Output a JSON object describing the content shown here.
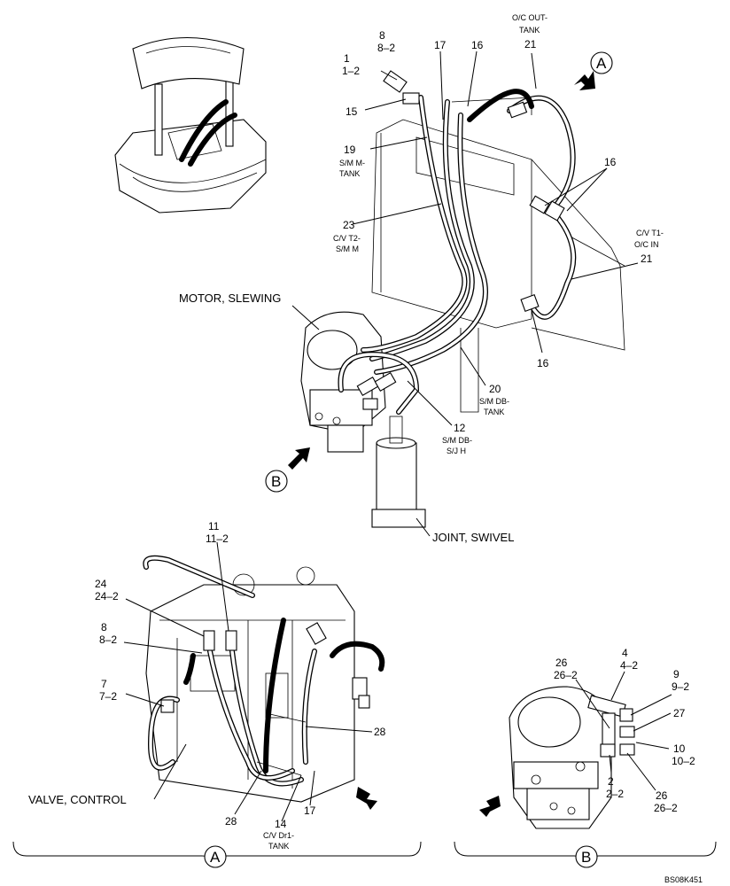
{
  "drawing": {
    "id": "BS08K451",
    "views": [
      "A",
      "B"
    ]
  },
  "main_view": {
    "labels": {
      "motor_slewing": "MOTOR, SLEWING",
      "joint_swivel": "JOINT, SWIVEL",
      "c1": "1",
      "c1_2": "1–2",
      "c8": "8",
      "c8_2": "8–2",
      "c15": "15",
      "c17": "17",
      "c16a": "16",
      "c16b": "16",
      "c16c": "16",
      "c19": "19",
      "c19_desc1": "S/M M-",
      "c19_desc2": "TANK",
      "c23": "23",
      "c23_desc1": "C/V T2-",
      "c23_desc2": "S/M M",
      "c21a": "21",
      "c21a_desc1": "O/C OUT-",
      "c21a_desc2": "TANK",
      "c21b": "21",
      "c21b_desc1": "C/V T1-",
      "c21b_desc2": "O/C IN",
      "c20": "20",
      "c20_desc1": "S/M DB-",
      "c20_desc2": "TANK",
      "c12": "12",
      "c12_desc1": "S/M DB-",
      "c12_desc2": "S/J H",
      "marker_a": "A",
      "marker_b": "B"
    }
  },
  "view_a": {
    "labels": {
      "valve_control": "VALVE, CONTROL",
      "c11": "11",
      "c11_2": "11–2",
      "c24": "24",
      "c24_2": "24–2",
      "c8": "8",
      "c8_2": "8–2",
      "c7": "7",
      "c7_2": "7–2",
      "c28a": "28",
      "c28b": "28",
      "c14": "14",
      "c14_desc1": "C/V Dr1-",
      "c14_desc2": "TANK",
      "c17": "17",
      "caption": "A"
    }
  },
  "view_b": {
    "labels": {
      "c26a": "26",
      "c26a_2": "26–2",
      "c4": "4",
      "c4_2": "4–2",
      "c9": "9",
      "c9_2": "9–2",
      "c27": "27",
      "c10": "10",
      "c10_2": "10–2",
      "c2": "2",
      "c2_2": "2–2",
      "c26b": "26",
      "c26b_2": "26–2",
      "caption": "B"
    }
  }
}
